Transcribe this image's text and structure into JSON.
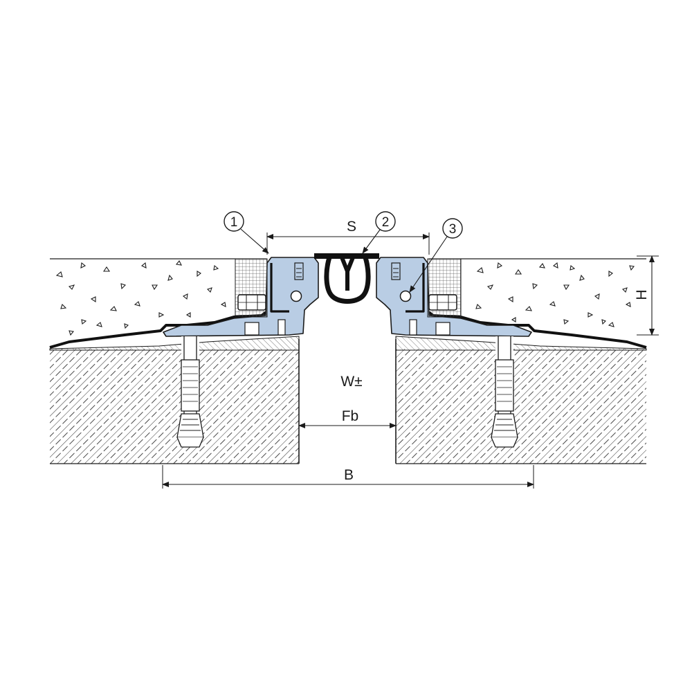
{
  "callouts": [
    {
      "number": "1"
    },
    {
      "number": "2"
    },
    {
      "number": "3"
    }
  ],
  "dimensions": {
    "s": "S",
    "h": "H",
    "w": "W±",
    "fb": "Fb",
    "b": "B"
  },
  "colors": {
    "profile_fill": "#b9cde4",
    "line": "#1a1a1a",
    "seal": "#111111",
    "mesh": "#555555"
  }
}
